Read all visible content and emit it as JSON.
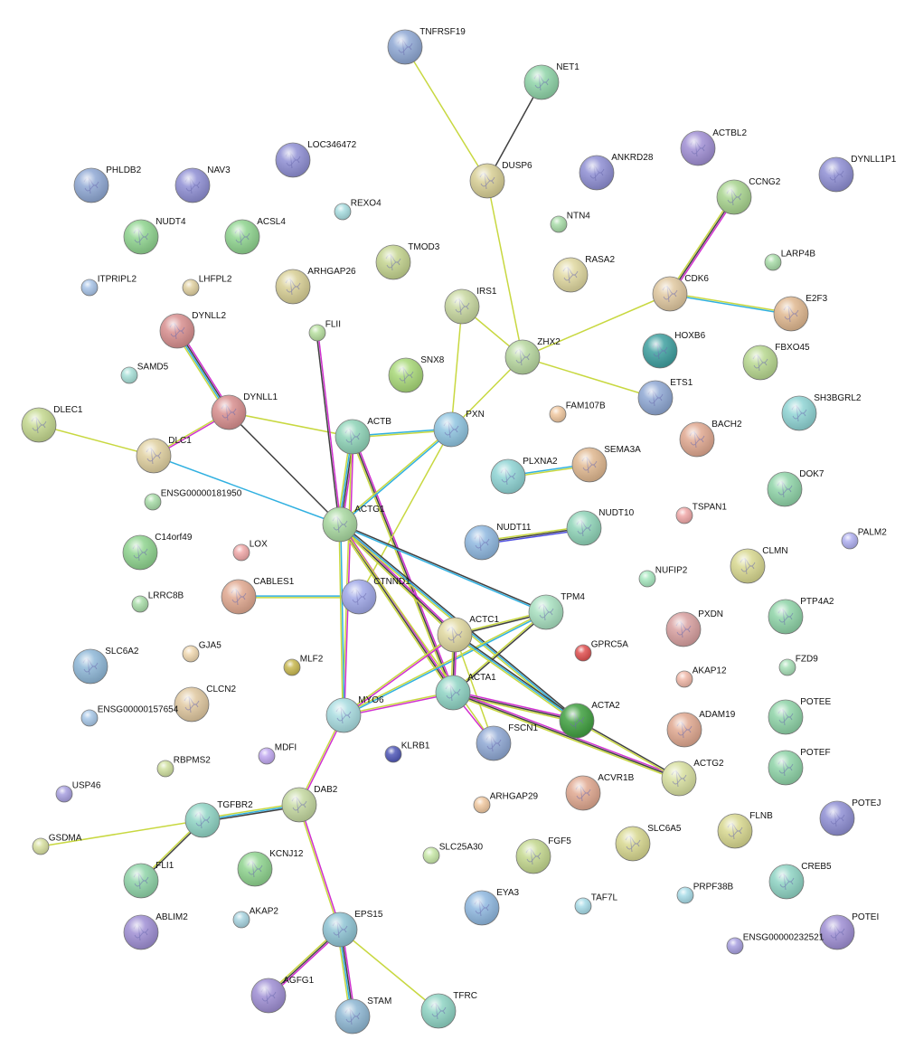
{
  "diagram": {
    "type": "protein-interaction-network",
    "nodes": [
      {
        "id": "TNFRSF19",
        "label": "TNFRSF19",
        "color": "#8fa8d4",
        "size": "large"
      },
      {
        "id": "NET1",
        "label": "NET1",
        "color": "#8fd4a8",
        "size": "large"
      },
      {
        "id": "DUSP6",
        "label": "DUSP6",
        "color": "#d8cf95",
        "size": "large"
      },
      {
        "id": "LOC346472",
        "label": "LOC346472",
        "color": "#8f8fd4",
        "size": "large"
      },
      {
        "id": "ANKRD28",
        "label": "ANKRD28",
        "color": "#8f8fd4",
        "size": "large"
      },
      {
        "id": "ACTBL2",
        "label": "ACTBL2",
        "color": "#a08fd4",
        "size": "large"
      },
      {
        "id": "DYNLL1P1",
        "label": "DYNLL1P1",
        "color": "#8f8fd4",
        "size": "large"
      },
      {
        "id": "PHLDB2",
        "label": "PHLDB2",
        "color": "#8fa8d4",
        "size": "large"
      },
      {
        "id": "NAV3",
        "label": "NAV3",
        "color": "#8f8fd4",
        "size": "large"
      },
      {
        "id": "REXO4",
        "label": "REXO4",
        "color": "#a8dde0",
        "size": "small"
      },
      {
        "id": "NTN4",
        "label": "NTN4",
        "color": "#a8dca8",
        "size": "small"
      },
      {
        "id": "CCNG2",
        "label": "CCNG2",
        "color": "#a8d48f",
        "size": "large"
      },
      {
        "id": "NUDT4",
        "label": "NUDT4",
        "color": "#8fd48f",
        "size": "large"
      },
      {
        "id": "ACSL4",
        "label": "ACSL4",
        "color": "#8fd48f",
        "size": "large"
      },
      {
        "id": "TMOD3",
        "label": "TMOD3",
        "color": "#c4d48f",
        "size": "large"
      },
      {
        "id": "ARHGAP26",
        "label": "ARHGAP26",
        "color": "#d8cf95",
        "size": "large"
      },
      {
        "id": "RASA2",
        "label": "RASA2",
        "color": "#e0d8a0",
        "size": "large"
      },
      {
        "id": "LARP4B",
        "label": "LARP4B",
        "color": "#a8dca8",
        "size": "small"
      },
      {
        "id": "ITPRIPL2",
        "label": "ITPRIPL2",
        "color": "#a8c4e8",
        "size": "small"
      },
      {
        "id": "LHFPL2",
        "label": "LHFPL2",
        "color": "#e0d0a0",
        "size": "small"
      },
      {
        "id": "CDK6",
        "label": "CDK6",
        "color": "#e0c8a0",
        "size": "large"
      },
      {
        "id": "E2F3",
        "label": "E2F3",
        "color": "#e0b890",
        "size": "large"
      },
      {
        "id": "IRS1",
        "label": "IRS1",
        "color": "#c8d8a0",
        "size": "large"
      },
      {
        "id": "DYNLL2",
        "label": "DYNLL2",
        "color": "#d88f8f",
        "size": "large"
      },
      {
        "id": "FLII",
        "label": "FLII",
        "color": "#b8e0a0",
        "size": "small"
      },
      {
        "id": "ZHX2",
        "label": "ZHX2",
        "color": "#b8d8a0",
        "size": "large"
      },
      {
        "id": "HOXB6",
        "label": "HOXB6",
        "color": "#3fa0a0",
        "size": "large"
      },
      {
        "id": "FBXO45",
        "label": "FBXO45",
        "color": "#b8d890",
        "size": "large"
      },
      {
        "id": "SAMD5",
        "label": "SAMD5",
        "color": "#a8e0d8",
        "size": "small"
      },
      {
        "id": "SNX8",
        "label": "SNX8",
        "color": "#a8d878",
        "size": "large"
      },
      {
        "id": "DYNLL1",
        "label": "DYNLL1",
        "color": "#d88f8f",
        "size": "large"
      },
      {
        "id": "ETS1",
        "label": "ETS1",
        "color": "#8fa8d4",
        "size": "large"
      },
      {
        "id": "SH3BGRL2",
        "label": "SH3BGRL2",
        "color": "#8fd4d4",
        "size": "large"
      },
      {
        "id": "DLEC1",
        "label": "DLEC1",
        "color": "#c4d88f",
        "size": "large"
      },
      {
        "id": "ACTB",
        "label": "ACTB",
        "color": "#8fd4b8",
        "size": "large"
      },
      {
        "id": "PXN",
        "label": "PXN",
        "color": "#8fc4e0",
        "size": "large"
      },
      {
        "id": "FAM107B",
        "label": "FAM107B",
        "color": "#f0c8a0",
        "size": "small"
      },
      {
        "id": "BACH2",
        "label": "BACH2",
        "color": "#e0a890",
        "size": "large"
      },
      {
        "id": "DLC1",
        "label": "DLC1",
        "color": "#e0d0a0",
        "size": "large"
      },
      {
        "id": "PLXNA2",
        "label": "PLXNA2",
        "color": "#8fd4d4",
        "size": "large"
      },
      {
        "id": "SEMA3A",
        "label": "SEMA3A",
        "color": "#e0b890",
        "size": "large"
      },
      {
        "id": "ENSG00000181950",
        "label": "ENSG00000181950",
        "color": "#a8dca8",
        "size": "small"
      },
      {
        "id": "DOK7",
        "label": "DOK7",
        "color": "#8fd4a8",
        "size": "large"
      },
      {
        "id": "TSPAN1",
        "label": "TSPAN1",
        "color": "#f0a8a8",
        "size": "small"
      },
      {
        "id": "ACTG1",
        "label": "ACTG1",
        "color": "#a8d8a0",
        "size": "large"
      },
      {
        "id": "NUDT10",
        "label": "NUDT10",
        "color": "#8fd4b8",
        "size": "large"
      },
      {
        "id": "NUDT11",
        "label": "NUDT11",
        "color": "#8fb8e0",
        "size": "large"
      },
      {
        "id": "C14orf49",
        "label": "C14orf49",
        "color": "#8fd48f",
        "size": "large"
      },
      {
        "id": "LOX",
        "label": "LOX",
        "color": "#f0a8a8",
        "size": "small"
      },
      {
        "id": "PALM2",
        "label": "PALM2",
        "color": "#b0b0f0",
        "size": "small"
      },
      {
        "id": "CLMN",
        "label": "CLMN",
        "color": "#d8d890",
        "size": "large"
      },
      {
        "id": "NUFIP2",
        "label": "NUFIP2",
        "color": "#a8e8c0",
        "size": "small"
      },
      {
        "id": "CABLES1",
        "label": "CABLES1",
        "color": "#e0a890",
        "size": "large"
      },
      {
        "id": "CTNND1",
        "label": "CTNND1",
        "color": "#a0a8e8",
        "size": "large"
      },
      {
        "id": "LRRC8B",
        "label": "LRRC8B",
        "color": "#a8dca8",
        "size": "small"
      },
      {
        "id": "TPM4",
        "label": "TPM4",
        "color": "#a8e0c0",
        "size": "large"
      },
      {
        "id": "PXDN",
        "label": "PXDN",
        "color": "#d8a0a0",
        "size": "large"
      },
      {
        "id": "PTP4A2",
        "label": "PTP4A2",
        "color": "#8fd4a8",
        "size": "large"
      },
      {
        "id": "ACTC1",
        "label": "ACTC1",
        "color": "#e0d8a0",
        "size": "large"
      },
      {
        "id": "GPRC5A",
        "label": "GPRC5A",
        "color": "#e05050",
        "size": "small"
      },
      {
        "id": "SLC6A2",
        "label": "SLC6A2",
        "color": "#8fb8d8",
        "size": "large"
      },
      {
        "id": "GJA5",
        "label": "GJA5",
        "color": "#f0d8b0",
        "size": "small"
      },
      {
        "id": "MLF2",
        "label": "MLF2",
        "color": "#c8b850",
        "size": "small"
      },
      {
        "id": "FZD9",
        "label": "FZD9",
        "color": "#a8e0b8",
        "size": "small"
      },
      {
        "id": "AKAP12",
        "label": "AKAP12",
        "color": "#f0b8a8",
        "size": "small"
      },
      {
        "id": "ACTA1",
        "label": "ACTA1",
        "color": "#8fd4c4",
        "size": "large"
      },
      {
        "id": "CLCN2",
        "label": "CLCN2",
        "color": "#e0c8a0",
        "size": "large"
      },
      {
        "id": "MYO6",
        "label": "MYO6",
        "color": "#a8dce0",
        "size": "large"
      },
      {
        "id": "ACTA2",
        "label": "ACTA2",
        "color": "#40a040",
        "size": "large"
      },
      {
        "id": "ADAM19",
        "label": "ADAM19",
        "color": "#e0a890",
        "size": "large"
      },
      {
        "id": "POTEE",
        "label": "POTEE",
        "color": "#8fd4a8",
        "size": "large"
      },
      {
        "id": "ENSG00000157654",
        "label": "ENSG00000157654",
        "color": "#a8c8e8",
        "size": "small"
      },
      {
        "id": "MDFI",
        "label": "MDFI",
        "color": "#c0a8f0",
        "size": "small"
      },
      {
        "id": "KLRB1",
        "label": "KLRB1",
        "color": "#5058b8",
        "size": "small"
      },
      {
        "id": "FSCN1",
        "label": "FSCN1",
        "color": "#8fa8d4",
        "size": "large"
      },
      {
        "id": "RBPMS2",
        "label": "RBPMS2",
        "color": "#d0e0a0",
        "size": "small"
      },
      {
        "id": "ACTG2",
        "label": "ACTG2",
        "color": "#d8e0a0",
        "size": "large"
      },
      {
        "id": "POTEF",
        "label": "POTEF",
        "color": "#8fd4a8",
        "size": "large"
      },
      {
        "id": "USP46",
        "label": "USP46",
        "color": "#a8a0e0",
        "size": "small"
      },
      {
        "id": "DAB2",
        "label": "DAB2",
        "color": "#c4d8a0",
        "size": "large"
      },
      {
        "id": "ACVR1B",
        "label": "ACVR1B",
        "color": "#e0a890",
        "size": "large"
      },
      {
        "id": "TGFBR2",
        "label": "TGFBR2",
        "color": "#8fd4c4",
        "size": "large"
      },
      {
        "id": "ARHGAP29",
        "label": "ARHGAP29",
        "color": "#f0c8a0",
        "size": "small"
      },
      {
        "id": "POTEJ",
        "label": "POTEJ",
        "color": "#8f8fd4",
        "size": "large"
      },
      {
        "id": "FLNB",
        "label": "FLNB",
        "color": "#d8d890",
        "size": "large"
      },
      {
        "id": "GSDMA",
        "label": "GSDMA",
        "color": "#d8e0a0",
        "size": "small"
      },
      {
        "id": "SLC6A5",
        "label": "SLC6A5",
        "color": "#d8d890",
        "size": "large"
      },
      {
        "id": "FGF5",
        "label": "FGF5",
        "color": "#c4d88f",
        "size": "large"
      },
      {
        "id": "SLC25A30",
        "label": "SLC25A30",
        "color": "#c8e8a8",
        "size": "small"
      },
      {
        "id": "KCNJ12",
        "label": "KCNJ12",
        "color": "#8fd48f",
        "size": "large"
      },
      {
        "id": "CREB5",
        "label": "CREB5",
        "color": "#8fd4c4",
        "size": "large"
      },
      {
        "id": "FLI1",
        "label": "FLI1",
        "color": "#8fd4a8",
        "size": "large"
      },
      {
        "id": "EYA3",
        "label": "EYA3",
        "color": "#8fb8e0",
        "size": "large"
      },
      {
        "id": "TAF7L",
        "label": "TAF7L",
        "color": "#a8dce8",
        "size": "small"
      },
      {
        "id": "PRPF38B",
        "label": "PRPF38B",
        "color": "#a8dce8",
        "size": "small"
      },
      {
        "id": "ABLIM2",
        "label": "ABLIM2",
        "color": "#9f8fd4",
        "size": "large"
      },
      {
        "id": "AKAP2",
        "label": "AKAP2",
        "color": "#a8d4e0",
        "size": "small"
      },
      {
        "id": "EPS15",
        "label": "EPS15",
        "color": "#8fc4d4",
        "size": "large"
      },
      {
        "id": "POTEI",
        "label": "POTEI",
        "color": "#9f8fd4",
        "size": "large"
      },
      {
        "id": "ENSG00000232521",
        "label": "ENSG00000232521",
        "color": "#a8a0e0",
        "size": "small"
      },
      {
        "id": "AGFG1",
        "label": "AGFG1",
        "color": "#9f8fd4",
        "size": "large"
      },
      {
        "id": "TFRC",
        "label": "TFRC",
        "color": "#8fd4c4",
        "size": "large"
      },
      {
        "id": "STAM",
        "label": "STAM",
        "color": "#8fb8d4",
        "size": "large"
      }
    ],
    "edges": [
      {
        "source": "TNFRSF19",
        "target": "DUSP6",
        "colors": [
          "#c8d840"
        ]
      },
      {
        "source": "NET1",
        "target": "DUSP6",
        "colors": [
          "#404040"
        ]
      },
      {
        "source": "DUSP6",
        "target": "ZHX2",
        "colors": [
          "#c8d840"
        ]
      },
      {
        "source": "IRS1",
        "target": "ZHX2",
        "colors": [
          "#c8d840"
        ]
      },
      {
        "source": "IRS1",
        "target": "PXN",
        "colors": [
          "#c8d840"
        ]
      },
      {
        "source": "ZHX2",
        "target": "PXN",
        "colors": [
          "#c8d840"
        ]
      },
      {
        "source": "ZHX2",
        "target": "CDK6",
        "colors": [
          "#c8d840"
        ]
      },
      {
        "source": "ZHX2",
        "target": "ETS1",
        "colors": [
          "#c8d840"
        ]
      },
      {
        "source": "CCNG2",
        "target": "CDK6",
        "colors": [
          "#d030d0",
          "#404040",
          "#c8d840"
        ]
      },
      {
        "source": "CDK6",
        "target": "E2F3",
        "colors": [
          "#c8d840",
          "#30b0e0"
        ]
      },
      {
        "source": "DYNLL2",
        "target": "DYNLL1",
        "colors": [
          "#d030d0",
          "#404040",
          "#30b0e0",
          "#c8d840"
        ]
      },
      {
        "source": "DYNLL1",
        "target": "DLC1",
        "colors": [
          "#d030d0",
          "#c8d840"
        ]
      },
      {
        "source": "DYNLL1",
        "target": "ACTB",
        "colors": [
          "#c8d840"
        ]
      },
      {
        "source": "DYNLL1",
        "target": "ACTG1",
        "colors": [
          "#404040"
        ]
      },
      {
        "source": "DLEC1",
        "target": "DLC1",
        "colors": [
          "#c8d840"
        ]
      },
      {
        "source": "DLC1",
        "target": "ACTG1",
        "colors": [
          "#30b0e0"
        ]
      },
      {
        "source": "FLII",
        "target": "ACTG1",
        "colors": [
          "#d030d0",
          "#404040"
        ]
      },
      {
        "source": "ACTB",
        "target": "PXN",
        "colors": [
          "#30b0e0",
          "#c8d840"
        ]
      },
      {
        "source": "ACTB",
        "target": "ACTG1",
        "colors": [
          "#d030d0",
          "#404040",
          "#30b0e0",
          "#c8d840"
        ]
      },
      {
        "source": "ACTB",
        "target": "ACTA1",
        "colors": [
          "#d030d0",
          "#404040",
          "#c8d840"
        ]
      },
      {
        "source": "ACTB",
        "target": "MYO6",
        "colors": [
          "#d030d0",
          "#c8d840"
        ]
      },
      {
        "source": "PXN",
        "target": "ACTG1",
        "colors": [
          "#30b0e0",
          "#c8d840"
        ]
      },
      {
        "source": "PXN",
        "target": "CTNND1",
        "colors": [
          "#c8d840"
        ]
      },
      {
        "source": "PLXNA2",
        "target": "SEMA3A",
        "colors": [
          "#30b0e0",
          "#c8d840"
        ]
      },
      {
        "source": "NUDT11",
        "target": "NUDT10",
        "colors": [
          "#c8d840",
          "#404040",
          "#5050e0"
        ]
      },
      {
        "source": "CABLES1",
        "target": "CTNND1",
        "colors": [
          "#30b0e0",
          "#c8d840"
        ]
      },
      {
        "source": "ACTG1",
        "target": "TPM4",
        "colors": [
          "#404040",
          "#30b0e0"
        ]
      },
      {
        "source": "ACTG1",
        "target": "ACTC1",
        "colors": [
          "#d030d0",
          "#404040",
          "#c8d840"
        ]
      },
      {
        "source": "ACTG1",
        "target": "ACTA1",
        "colors": [
          "#d030d0",
          "#404040",
          "#c8d840"
        ]
      },
      {
        "source": "ACTG1",
        "target": "ACTA2",
        "colors": [
          "#404040",
          "#30b0e0",
          "#c8d840"
        ]
      },
      {
        "source": "ACTG1",
        "target": "MYO6",
        "colors": [
          "#30b0e0",
          "#c8d840"
        ]
      },
      {
        "source": "ACTG1",
        "target": "FSCN1",
        "colors": [
          "#c8d840"
        ]
      },
      {
        "source": "TPM4",
        "target": "ACTC1",
        "colors": [
          "#404040",
          "#c8d840"
        ]
      },
      {
        "source": "TPM4",
        "target": "ACTA1",
        "colors": [
          "#404040",
          "#c8d840"
        ]
      },
      {
        "source": "TPM4",
        "target": "MYO6",
        "colors": [
          "#30b0e0",
          "#c8d840"
        ]
      },
      {
        "source": "ACTC1",
        "target": "ACTA1",
        "colors": [
          "#d030d0",
          "#404040",
          "#c8d840"
        ]
      },
      {
        "source": "ACTC1",
        "target": "ACTA2",
        "colors": [
          "#404040",
          "#30b0e0",
          "#c8d840"
        ]
      },
      {
        "source": "ACTC1",
        "target": "MYO6",
        "colors": [
          "#d030d0",
          "#c8d840"
        ]
      },
      {
        "source": "ACTC1",
        "target": "FSCN1",
        "colors": [
          "#c8d840"
        ]
      },
      {
        "source": "ACTA1",
        "target": "ACTA2",
        "colors": [
          "#d030d0",
          "#404040",
          "#c8d840"
        ]
      },
      {
        "source": "ACTA1",
        "target": "MYO6",
        "colors": [
          "#d030d0",
          "#c8d840"
        ]
      },
      {
        "source": "ACTA1",
        "target": "FSCN1",
        "colors": [
          "#d030d0"
        ]
      },
      {
        "source": "ACTA1",
        "target": "ACTG2",
        "colors": [
          "#d030d0",
          "#404040",
          "#c8d840"
        ]
      },
      {
        "source": "ACTA2",
        "target": "ACTG2",
        "colors": [
          "#404040",
          "#c8d840"
        ]
      },
      {
        "source": "MYO6",
        "target": "DAB2",
        "colors": [
          "#d030d0",
          "#c8d840"
        ]
      },
      {
        "source": "DAB2",
        "target": "TGFBR2",
        "colors": [
          "#404040",
          "#30b0e0",
          "#c8d840"
        ]
      },
      {
        "source": "DAB2",
        "target": "EPS15",
        "colors": [
          "#d030d0",
          "#c8d840"
        ]
      },
      {
        "source": "TGFBR2",
        "target": "GSDMA",
        "colors": [
          "#c8d840"
        ]
      },
      {
        "source": "TGFBR2",
        "target": "FLI1",
        "colors": [
          "#404040",
          "#c8d840"
        ]
      },
      {
        "source": "EPS15",
        "target": "AGFG1",
        "colors": [
          "#d030d0",
          "#404040",
          "#c8d840"
        ]
      },
      {
        "source": "EPS15",
        "target": "STAM",
        "colors": [
          "#d030d0",
          "#404040",
          "#30b0e0",
          "#c8d840"
        ]
      },
      {
        "source": "EPS15",
        "target": "TFRC",
        "colors": [
          "#c8d840"
        ]
      }
    ]
  }
}
